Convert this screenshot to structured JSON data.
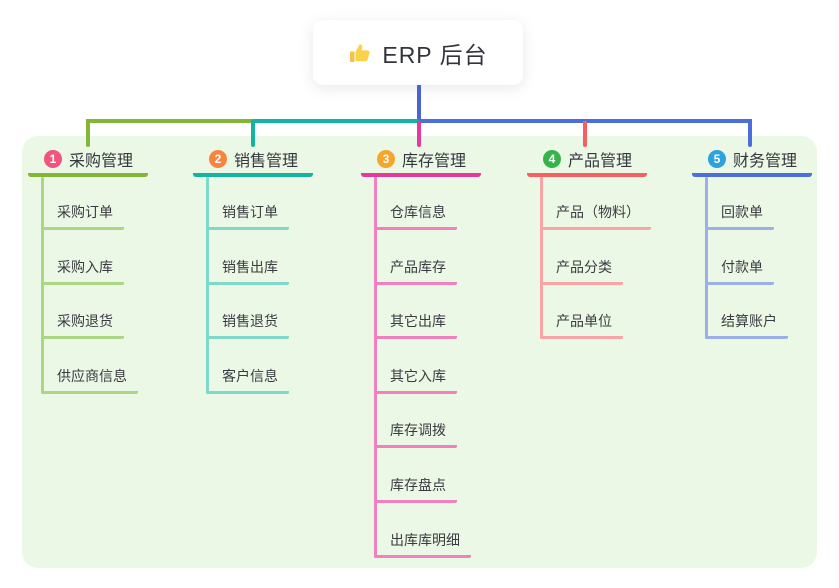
{
  "root": {
    "title": "ERP 后台",
    "icon": "thumbs-up-icon"
  },
  "connector": {
    "color": "#4c63d5"
  },
  "panel": {
    "background": "#ecf8e6"
  },
  "branches": [
    {
      "number": "1",
      "label": "采购管理",
      "color": "#83b637",
      "light": "#abd684",
      "badge": "#f2547f",
      "children": [
        "采购订单",
        "采购入库",
        "采购退货",
        "供应商信息"
      ]
    },
    {
      "number": "2",
      "label": "销售管理",
      "color": "#14b3a2",
      "light": "#80d8cb",
      "badge": "#f8853d",
      "children": [
        "销售订单",
        "销售出库",
        "销售退货",
        "客户信息"
      ]
    },
    {
      "number": "3",
      "label": "库存管理",
      "color": "#e6399e",
      "light": "#f180c1",
      "badge": "#f8a62b",
      "children": [
        "仓库信息",
        "产品库存",
        "其它出库",
        "其它入库",
        "库存调拨",
        "库存盘点",
        "出库库明细"
      ]
    },
    {
      "number": "4",
      "label": "产品管理",
      "color": "#f65f62",
      "light": "#f9a3a5",
      "badge": "#35b44a",
      "children": [
        "产品（物料）",
        "产品分类",
        "产品单位"
      ]
    },
    {
      "number": "5",
      "label": "财务管理",
      "color": "#4c6ed9",
      "light": "#9bb0e8",
      "badge": "#2ba3e0",
      "children": [
        "回款单",
        "付款单",
        "结算账户"
      ]
    }
  ]
}
